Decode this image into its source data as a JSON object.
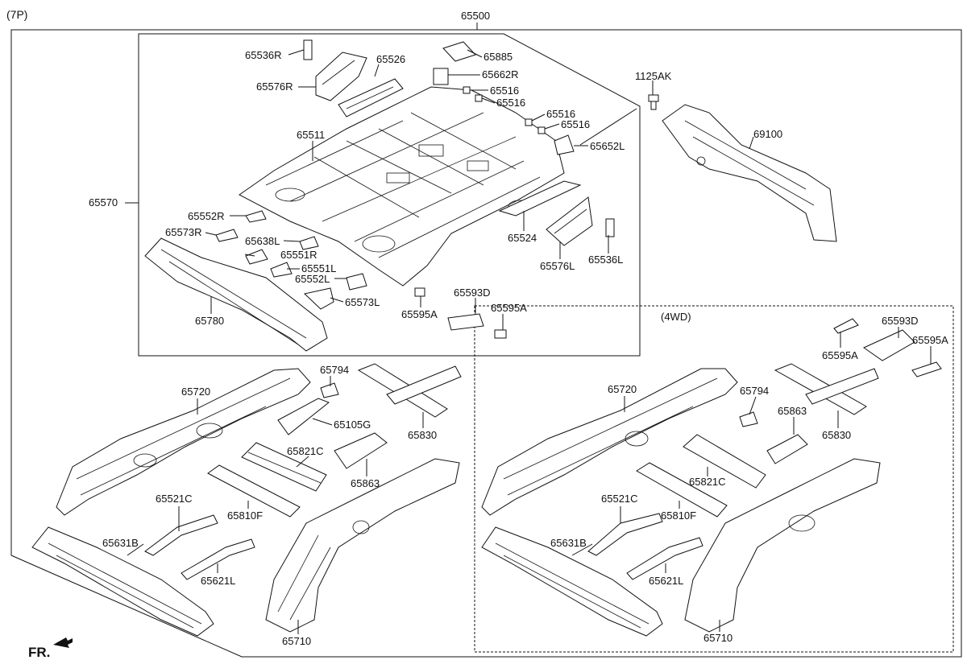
{
  "variant_label": "(7P)",
  "wd_label": "(4WD)",
  "fr_label": "FR.",
  "top_part": "65500",
  "labels": {
    "p65536R": "65536R",
    "p65576R": "65576R",
    "p65526": "65526",
    "p65885": "65885",
    "p65662R": "65662R",
    "p65516a": "65516",
    "p65516b": "65516",
    "p65516c": "65516",
    "p65516d": "65516",
    "p1125AK": "1125AK",
    "p65652L": "65652L",
    "p69100": "69100",
    "p65511": "65511",
    "p65570": "65570",
    "p65552R": "65552R",
    "p65573R": "65573R",
    "p65638L": "65638L",
    "p65551R": "65551R",
    "p65551L": "65551L",
    "p65552L": "65552L",
    "p65573L": "65573L",
    "p65524": "65524",
    "p65576L": "65576L",
    "p65536L": "65536L",
    "p65593D": "65593D",
    "p65595A1": "65595A",
    "p65595A2": "65595A",
    "p65780": "65780",
    "p65794": "65794",
    "p65720": "65720",
    "p65105G": "65105G",
    "p65830": "65830",
    "p65821C": "65821C",
    "p65863": "65863",
    "p65521C": "65521C",
    "p65810F": "65810F",
    "p65631B": "65631B",
    "p65621L": "65621L",
    "p65710": "65710",
    "w65595A1": "65595A",
    "w65593D": "65593D",
    "w65595A2": "65595A",
    "w65720": "65720",
    "w65794": "65794",
    "w65863": "65863",
    "w65830": "65830",
    "w65521C": "65521C",
    "w65821C": "65821C",
    "w65810F": "65810F",
    "w65631B": "65631B",
    "w65621L": "65621L",
    "w65710": "65710"
  }
}
